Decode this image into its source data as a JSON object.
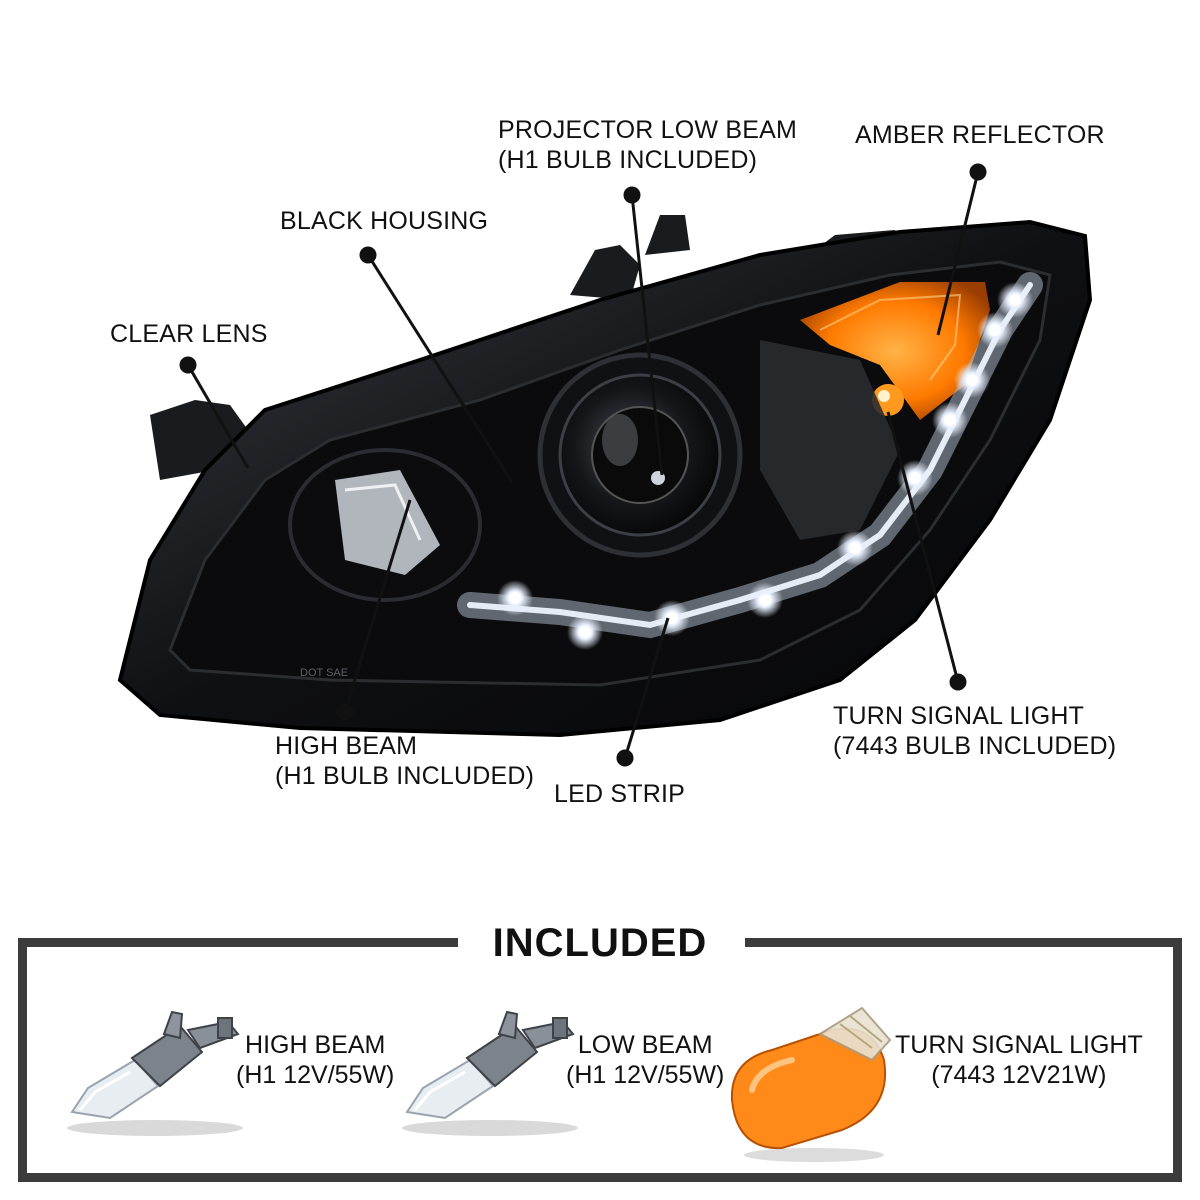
{
  "callouts": {
    "projector_low_beam": [
      "PROJECTOR LOW BEAM",
      "(H1 BULB INCLUDED)"
    ],
    "amber_reflector": "AMBER REFLECTOR",
    "black_housing": "BLACK HOUSING",
    "clear_lens": "CLEAR LENS",
    "high_beam": [
      "HIGH BEAM",
      "(H1 BULB INCLUDED)"
    ],
    "led_strip": "LED STRIP",
    "turn_signal_light": [
      "TURN SIGNAL LIGHT",
      "(7443 BULB INCLUDED)"
    ]
  },
  "included": {
    "title": "INCLUDED",
    "items": [
      {
        "name": "HIGH BEAM",
        "spec": "(H1 12V/55W)",
        "icon": "h1-bulb-icon"
      },
      {
        "name": "LOW BEAM",
        "spec": "(H1 12V/55W)",
        "icon": "h1-bulb-icon"
      },
      {
        "name": "TURN SIGNAL LIGHT",
        "spec": "(7443 12V21W)",
        "icon": "amber-7443-bulb-icon"
      }
    ]
  },
  "colors": {
    "frame": "#3c3c3c",
    "amber": "#ff8a1a",
    "housing": "#0d0d0f"
  }
}
